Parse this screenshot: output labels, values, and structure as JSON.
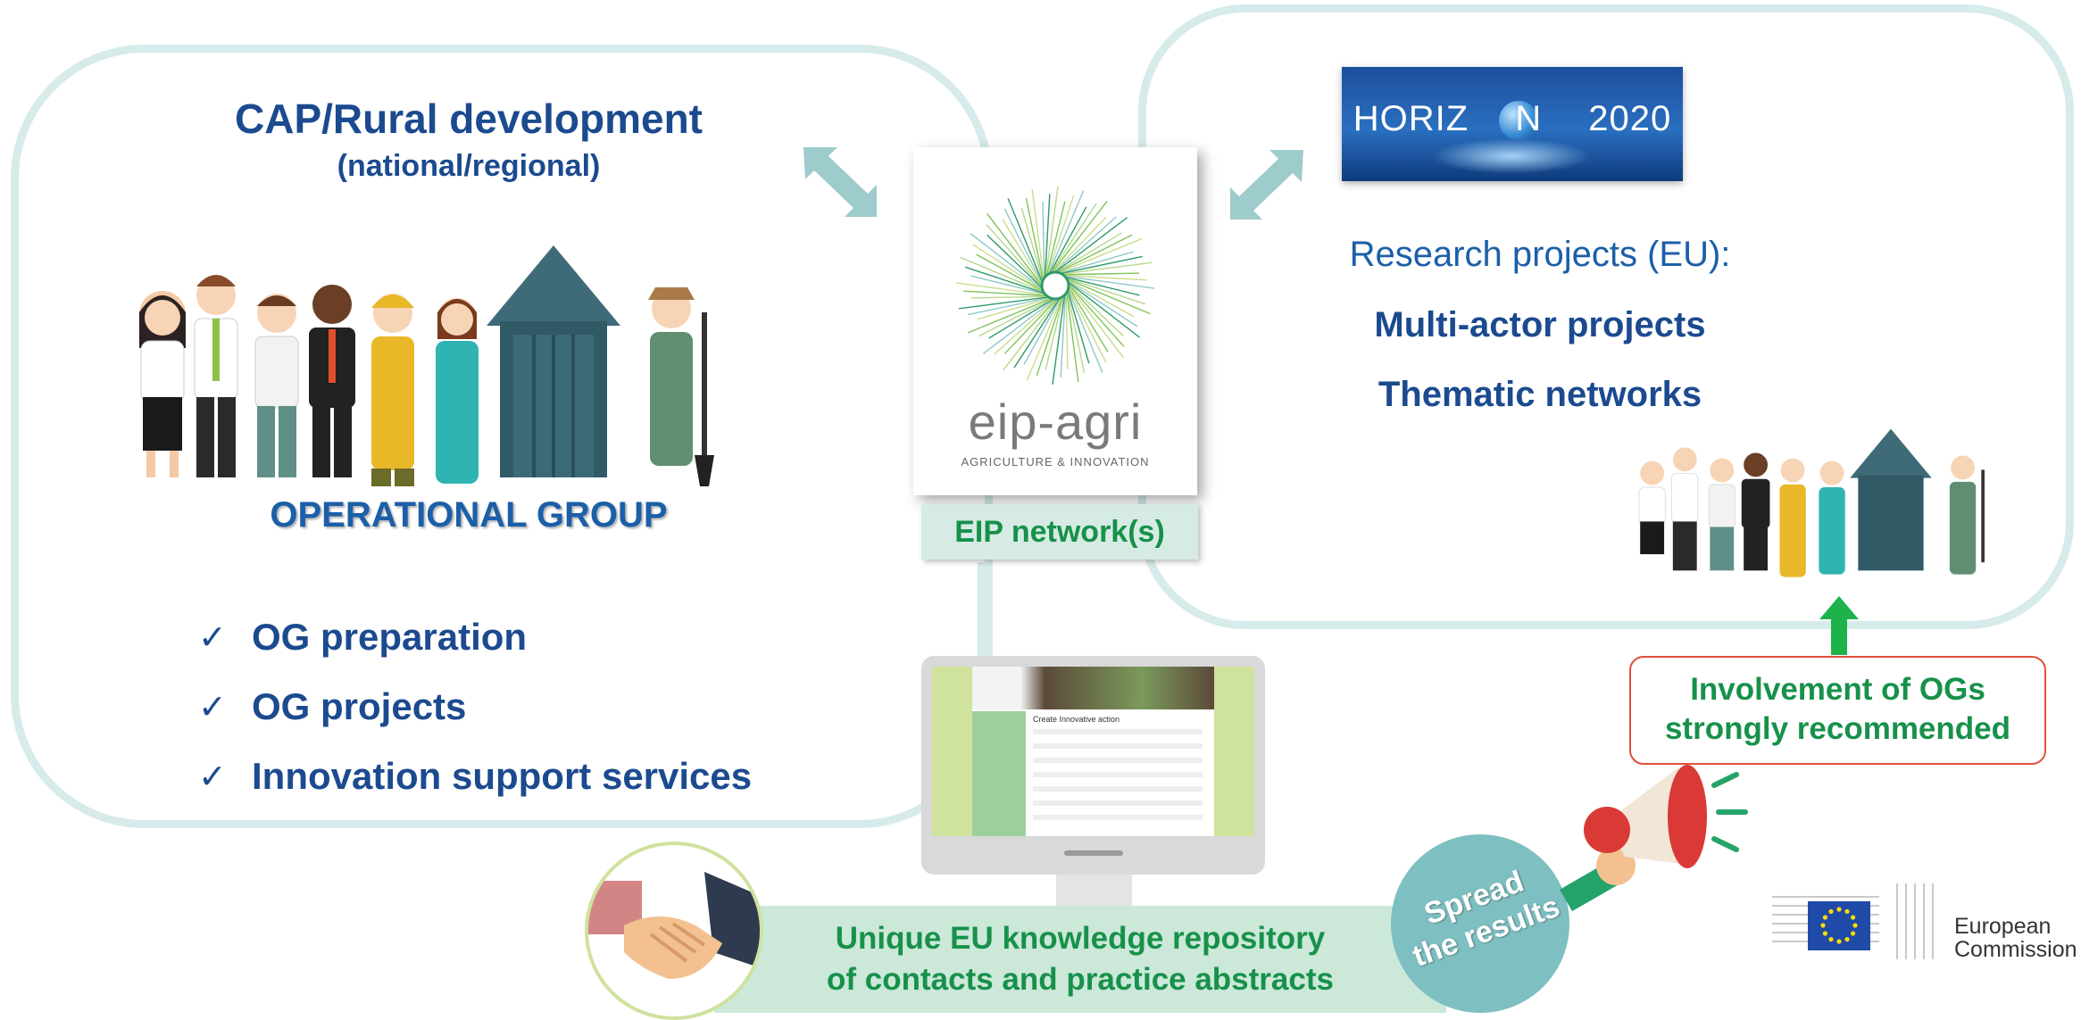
{
  "left_panel": {
    "title": "CAP/Rural development",
    "subtitle": "(national/regional)",
    "group_label": "OPERATIONAL GROUP",
    "items": [
      "OG preparation",
      "OG projects",
      "Innovation support services"
    ]
  },
  "center": {
    "logo_text": "eip-agri",
    "logo_tagline": "AGRICULTURE & INNOVATION",
    "network_label": "EIP network(s)"
  },
  "right_panel": {
    "horizon_logo": "HORIZ N 2020",
    "research_label": "Research projects (EU):",
    "project_types": [
      "Multi-actor projects",
      "Thematic networks"
    ]
  },
  "callout": {
    "line1": "Involvement of OGs",
    "line2": "strongly recommended"
  },
  "bottom": {
    "repository_line1": "Unique EU knowledge repository",
    "repository_line2": "of contacts and practice abstracts",
    "spread_line1": "Spread",
    "spread_line2": "the results"
  },
  "screen": {
    "page_title": "Create Innovative action"
  },
  "footer": {
    "brand_line1": "European",
    "brand_line2": "Commission"
  },
  "colors": {
    "panel_border": "#d6ebea",
    "title_blue": "#1b4a8f",
    "green": "#17914a",
    "callout_border": "#e0503c",
    "arrow_teal": "#9ecbcb",
    "repository_bg": "#cbe8d9"
  }
}
